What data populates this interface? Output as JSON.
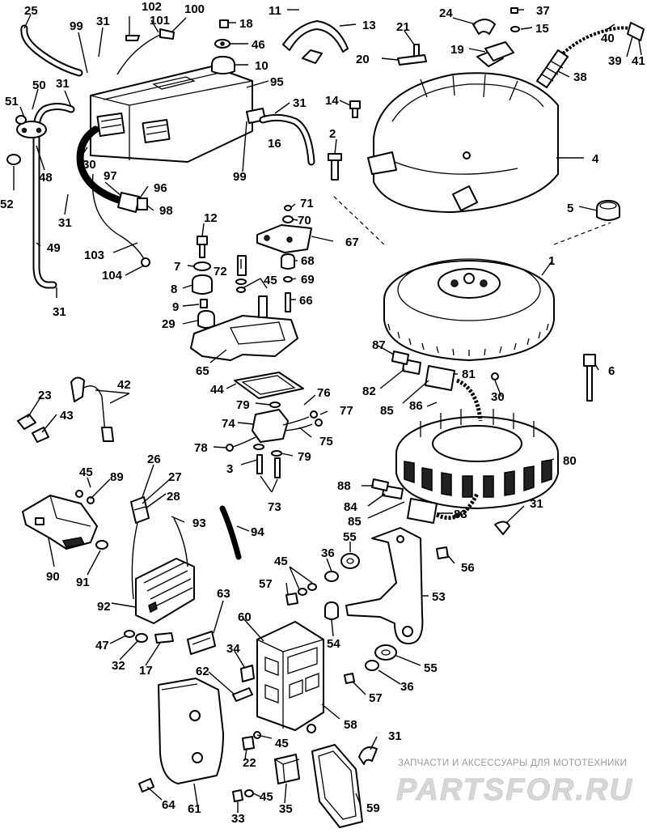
{
  "watermark": {
    "caption": "ЗАПЧАСТИ И АКСЕССУАРЫ ДЛЯ МОТОТЕХНИКИ",
    "brand": "PARTSFOR.RU"
  },
  "callouts": [
    "1",
    "2",
    "3",
    "4",
    "5",
    "6",
    "7",
    "8",
    "9",
    "10",
    "11",
    "12",
    "13",
    "14",
    "15",
    "16",
    "17",
    "18",
    "19",
    "20",
    "21",
    "22",
    "23",
    "24",
    "25",
    "26",
    "27",
    "28",
    "29",
    "30",
    "31",
    "32",
    "33",
    "34",
    "35",
    "36",
    "37",
    "38",
    "39",
    "40",
    "41",
    "42",
    "43",
    "44",
    "45",
    "46",
    "47",
    "48",
    "49",
    "50",
    "51",
    "52",
    "53",
    "54",
    "55",
    "56",
    "57",
    "58",
    "59",
    "60",
    "61",
    "62",
    "63",
    "64",
    "65",
    "66",
    "67",
    "68",
    "69",
    "70",
    "71",
    "72",
    "73",
    "74",
    "75",
    "76",
    "77",
    "78",
    "79",
    "80",
    "81",
    "82",
    "83",
    "84",
    "85",
    "86",
    "87",
    "88",
    "89",
    "90",
    "91",
    "92",
    "93",
    "94",
    "95",
    "96",
    "97",
    "98",
    "99",
    "100",
    "101",
    "102",
    "103",
    "104"
  ]
}
